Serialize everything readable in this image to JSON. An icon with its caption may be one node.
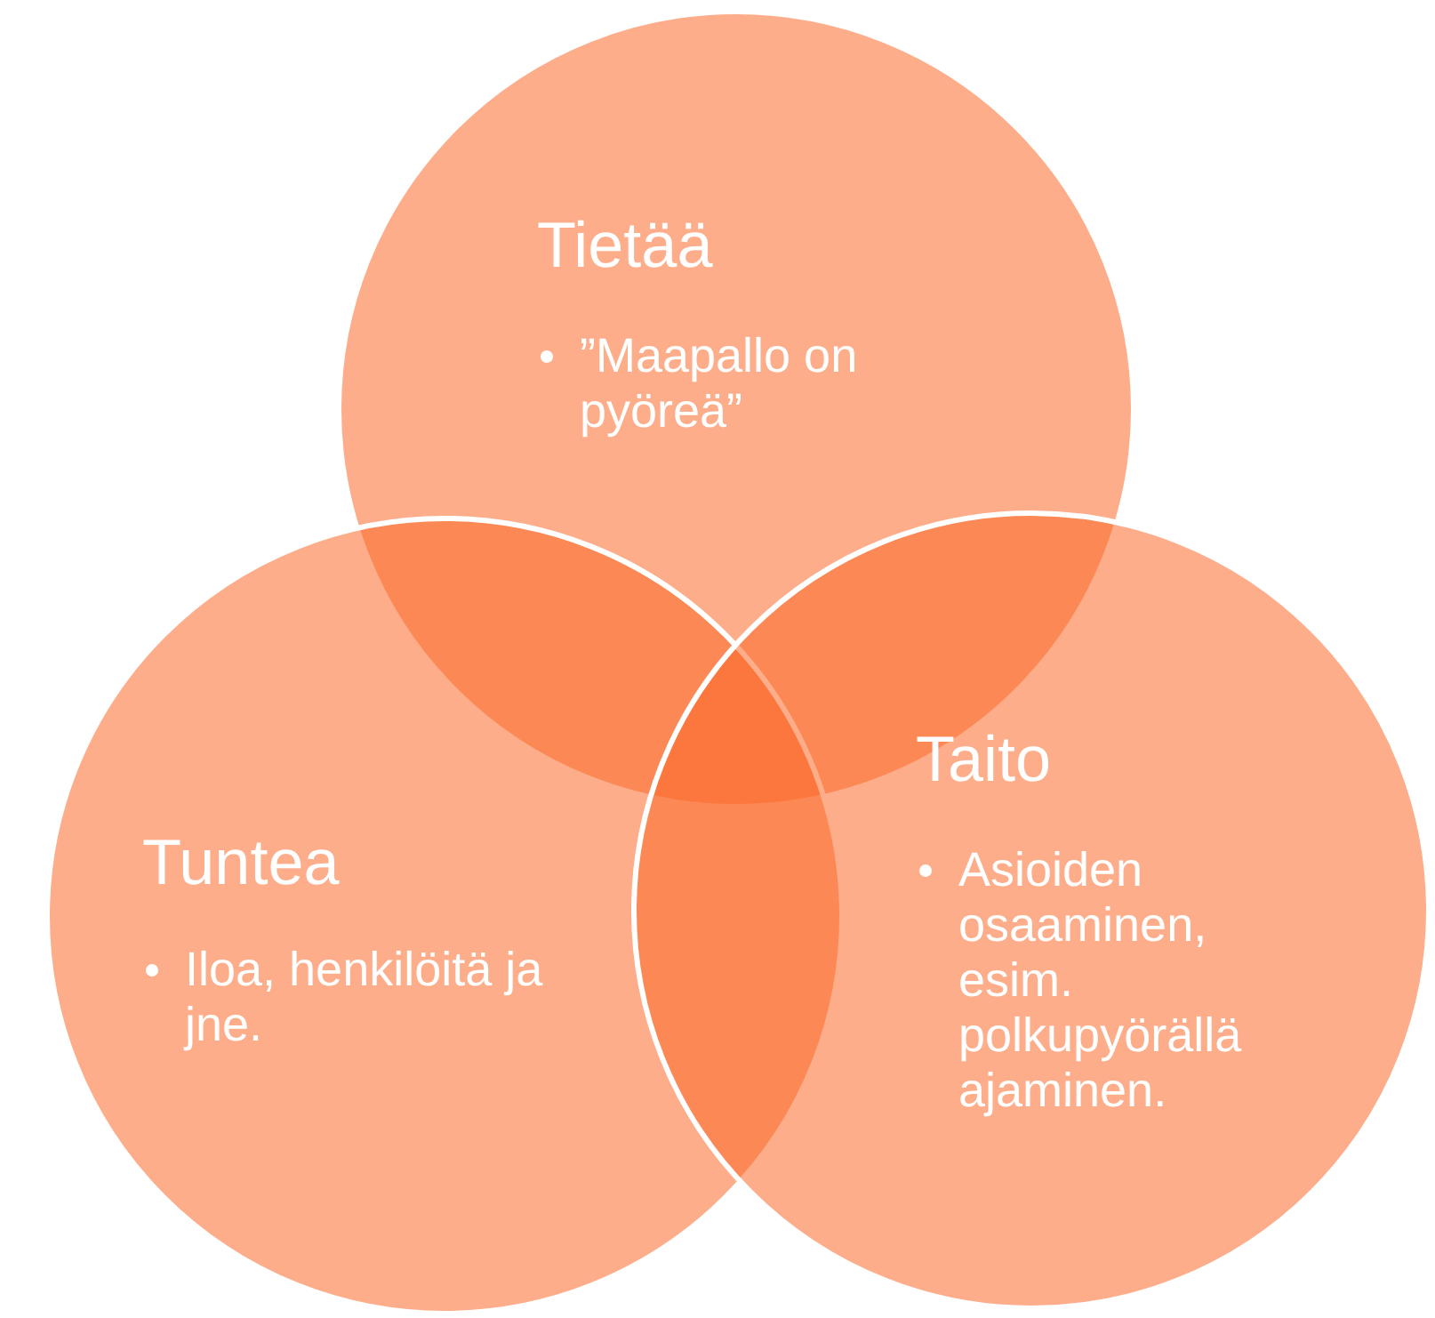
{
  "diagram": {
    "nodes": [
      {
        "text": [
          "Tietää",
          "”Maapallo on pyöreä”"
        ]
      },
      {
        "text": [
          "Tuntea",
          "Iloa, henkilöitä ja jne."
        ]
      },
      {
        "text": [
          "Taito",
          "Asioiden osaaminen, esim. polkupyörällä ajaminen."
        ]
      }
    ]
  }
}
